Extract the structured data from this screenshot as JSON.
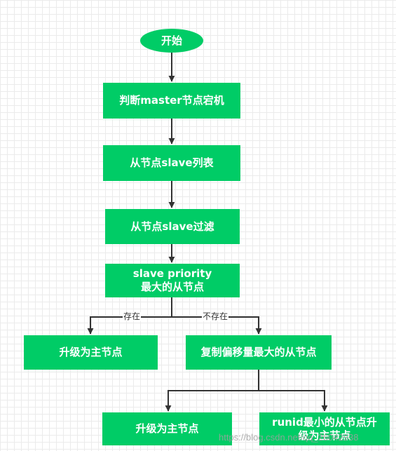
{
  "colors": {
    "node_fill": "#00cc66",
    "node_text": "#ffffff",
    "edge": "#333333"
  },
  "nodes": {
    "start": "开始",
    "detect_down": "判断master节点宕机",
    "slave_list": "从节点slave列表",
    "slave_filter": "从节点slave过滤",
    "max_priority": "slave priority\n最大的从节点",
    "promote_a": "升级为主节点",
    "max_offset": "复制偏移量最大的从节点",
    "promote_b": "升级为主节点",
    "min_runid": "runid最小的从节点升\n级为主节点"
  },
  "edge_labels": {
    "exists": "存在",
    "not_exists": "不存在"
  },
  "watermark": "https://blog.csdn.net/qq_26042938"
}
